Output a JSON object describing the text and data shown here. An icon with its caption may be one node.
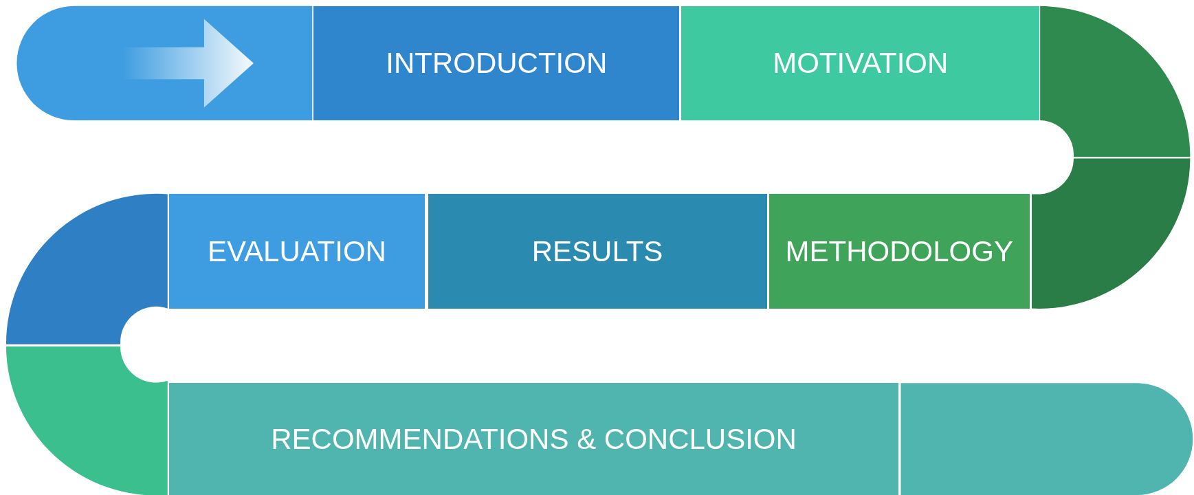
{
  "diagram": {
    "nodes": [
      {
        "text": [],
        "shape": "box"
      },
      {
        "text": [
          "INTRODUCTION"
        ]
      },
      {
        "text": [
          "MOTIVATION"
        ]
      },
      {
        "text": [],
        "shape": "arc"
      },
      {
        "text": [],
        "shape": "arc"
      },
      {
        "text": [
          "METHODOLOGY"
        ]
      },
      {
        "text": [
          "RESULTS"
        ]
      },
      {
        "text": [
          "EVALUATION"
        ]
      },
      {
        "text": [],
        "shape": "arc"
      },
      {
        "text": [],
        "shape": "arc"
      },
      {
        "text": [
          "RECOMMENDATIONS & CONCLUSION"
        ]
      },
      {
        "text": [],
        "shape": "box"
      }
    ]
  }
}
